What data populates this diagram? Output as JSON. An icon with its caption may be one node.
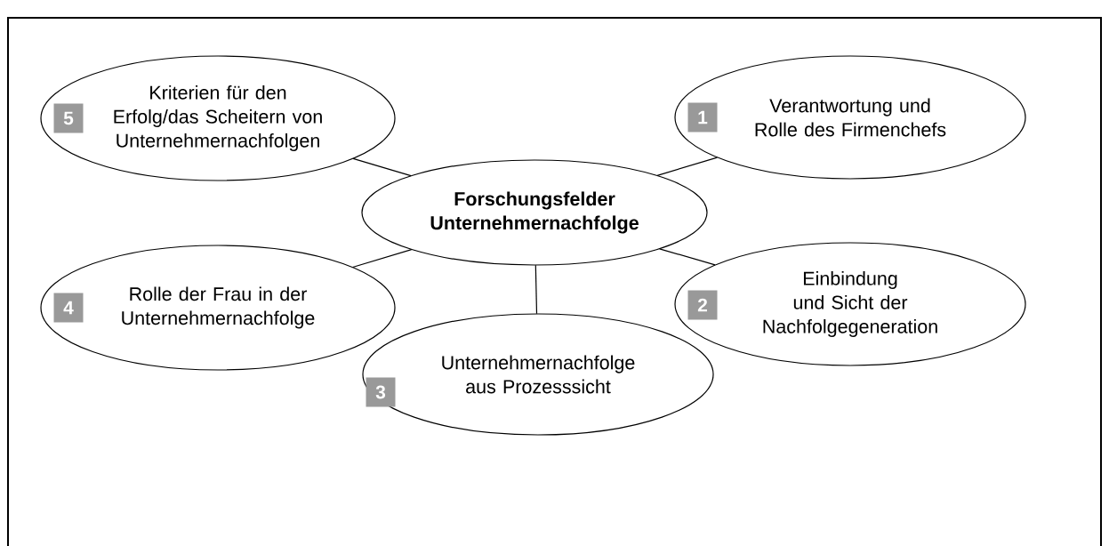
{
  "diagram": {
    "nodes": [
      {
        "text": [
          "Kriterien für den Erfolg/das Scheitern von Unternehmernachfolgen"
        ]
      },
      {
        "text": [
          "5"
        ],
        "in": 0
      },
      {
        "text": [
          "Verantwortung und Rolle des Firmenchefs"
        ]
      },
      {
        "text": [
          "1"
        ],
        "in": 2
      },
      {
        "text": [
          "Forschungsfelder Unternehmernachfolge"
        ]
      },
      {
        "text": [
          "Rolle der Frau in der Unternehmernachfolge"
        ]
      },
      {
        "text": [
          "4"
        ],
        "in": 5
      },
      {
        "text": [
          "Einbindung und Sicht der Nachfolgegeneration"
        ]
      },
      {
        "text": [
          "2"
        ],
        "in": 7
      },
      {
        "text": [
          "Unternehmernachfolge aus Prozesssicht"
        ]
      },
      {
        "text": [
          "3"
        ],
        "in": 9
      }
    ],
    "edges": [
      {
        "from": 4,
        "to": 0,
        "arrow": "none"
      },
      {
        "from": 4,
        "to": 2,
        "arrow": "none"
      },
      {
        "from": 4,
        "to": 5,
        "arrow": "none"
      },
      {
        "from": 4,
        "to": 7,
        "arrow": "none"
      },
      {
        "from": 4,
        "to": 9,
        "arrow": "none"
      }
    ]
  }
}
